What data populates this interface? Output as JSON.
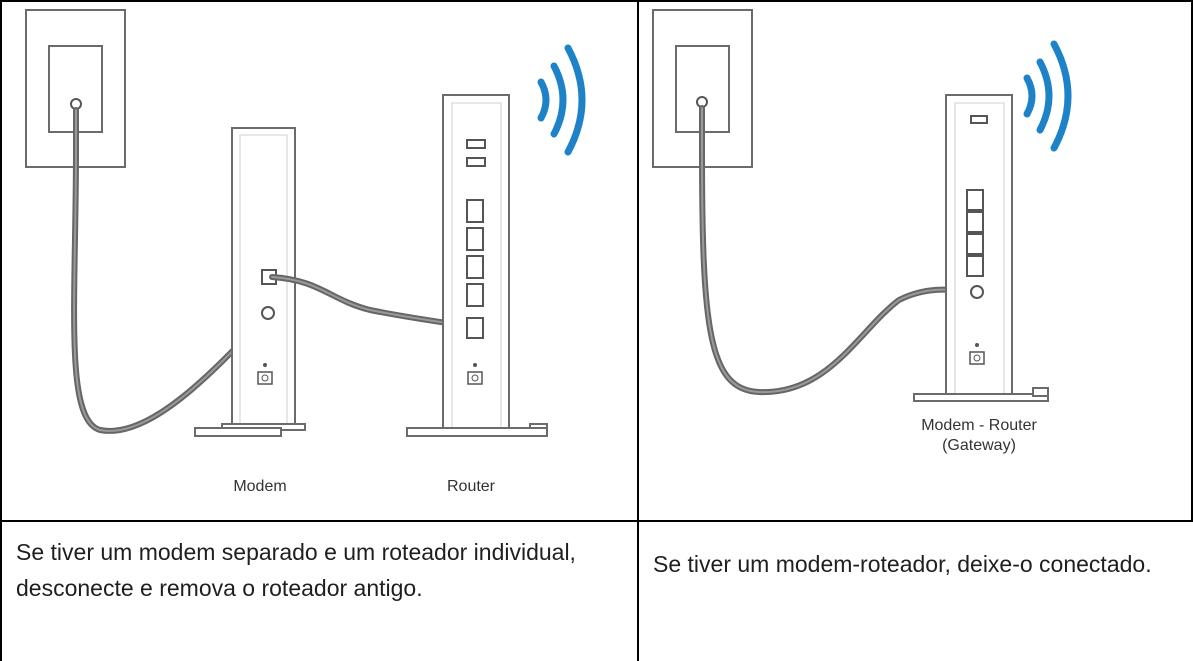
{
  "left_panel": {
    "modem_label": "Modem",
    "router_label": "Router",
    "caption": "Se tiver um modem separado e um roteador individual, desconecte e remova o roteador antigo."
  },
  "right_panel": {
    "gateway_label_line1": "Modem - Router",
    "gateway_label_line2": "(Gateway)",
    "caption": "Se tiver um modem-roteador, deixe-o conectado."
  },
  "colors": {
    "wifi_wave": "#1e82c8",
    "cable": "#666666",
    "device_stroke": "#6b6b6b",
    "table_border": "#000000"
  }
}
